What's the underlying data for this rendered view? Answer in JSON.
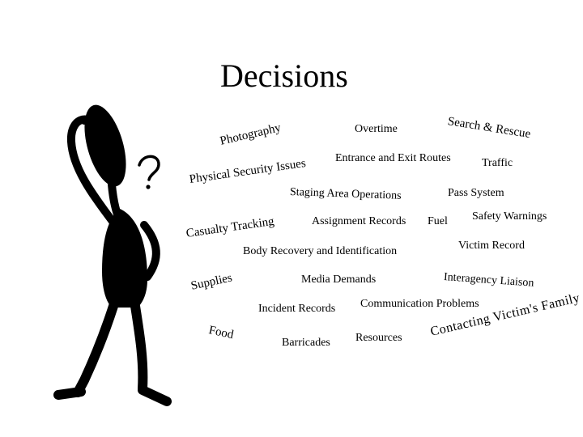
{
  "slide": {
    "title": "Decisions",
    "words": {
      "photography": "Photography",
      "overtime": "Overtime",
      "search_rescue": "Search & Rescue",
      "physical_security": "Physical Security Issues",
      "entrance_exit": "Entrance and Exit Routes",
      "traffic": "Traffic",
      "staging": "Staging Area Operations",
      "pass_system": "Pass System",
      "casualty": "Casualty Tracking",
      "assignment": "Assignment Records",
      "fuel": "Fuel",
      "safety": "Safety Warnings",
      "body_recovery": "Body Recovery and Identification",
      "victim_record": "Victim Record",
      "supplies": "Supplies",
      "media": "Media Demands",
      "interagency": "Interagency Liaison",
      "incident": "Incident Records",
      "communication": "Communication Problems",
      "food": "Food",
      "barricades": "Barricades",
      "resources": "Resources",
      "contacting_family": "Contacting Victim's Family"
    }
  },
  "figure": {
    "icon": "thinking-stick-figure-icon",
    "color": "#000000"
  }
}
